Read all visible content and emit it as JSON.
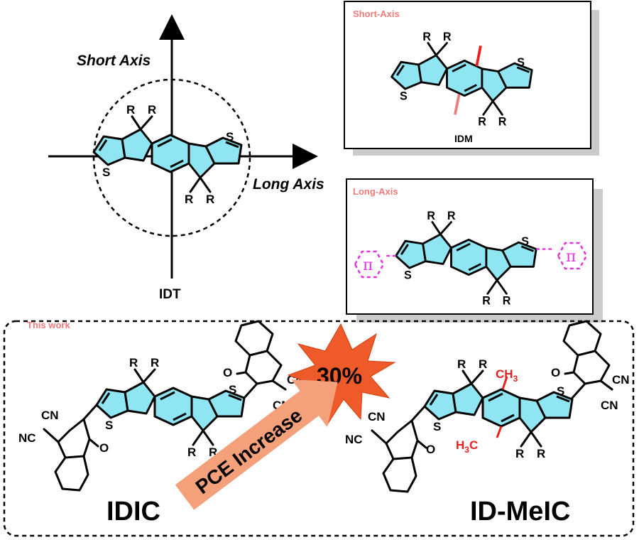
{
  "idt_panel": {
    "short_axis_label": "Short Axis",
    "long_axis_label": "Long Axis",
    "molecule_label": "IDT",
    "substituent": "R",
    "sulfur": "S"
  },
  "short_axis_box": {
    "title": "Short-Axis",
    "molecule_label": "IDM"
  },
  "long_axis_box": {
    "title": "Long-Axis",
    "pi_label": "π"
  },
  "this_work": {
    "title": "This work",
    "left_molecule": "IDIC",
    "right_molecule": "ID-MeIC",
    "burst_text": "30%",
    "arrow_text": "PCE Increase",
    "cn": "CN",
    "nc": "NC",
    "oxygen": "O",
    "methyl": "CH",
    "methyl_sub": "3",
    "methyl2": "H",
    "methyl2_sub": "3",
    "methyl2_c": "C"
  },
  "colors": {
    "ring_fill": "#8fe6f2",
    "highlight_red": "#e8211d",
    "highlight_pink": "#f07b7b",
    "pi_magenta": "#e432e4",
    "burst": "#ef5a2a",
    "arrow": "#f4a07a"
  }
}
